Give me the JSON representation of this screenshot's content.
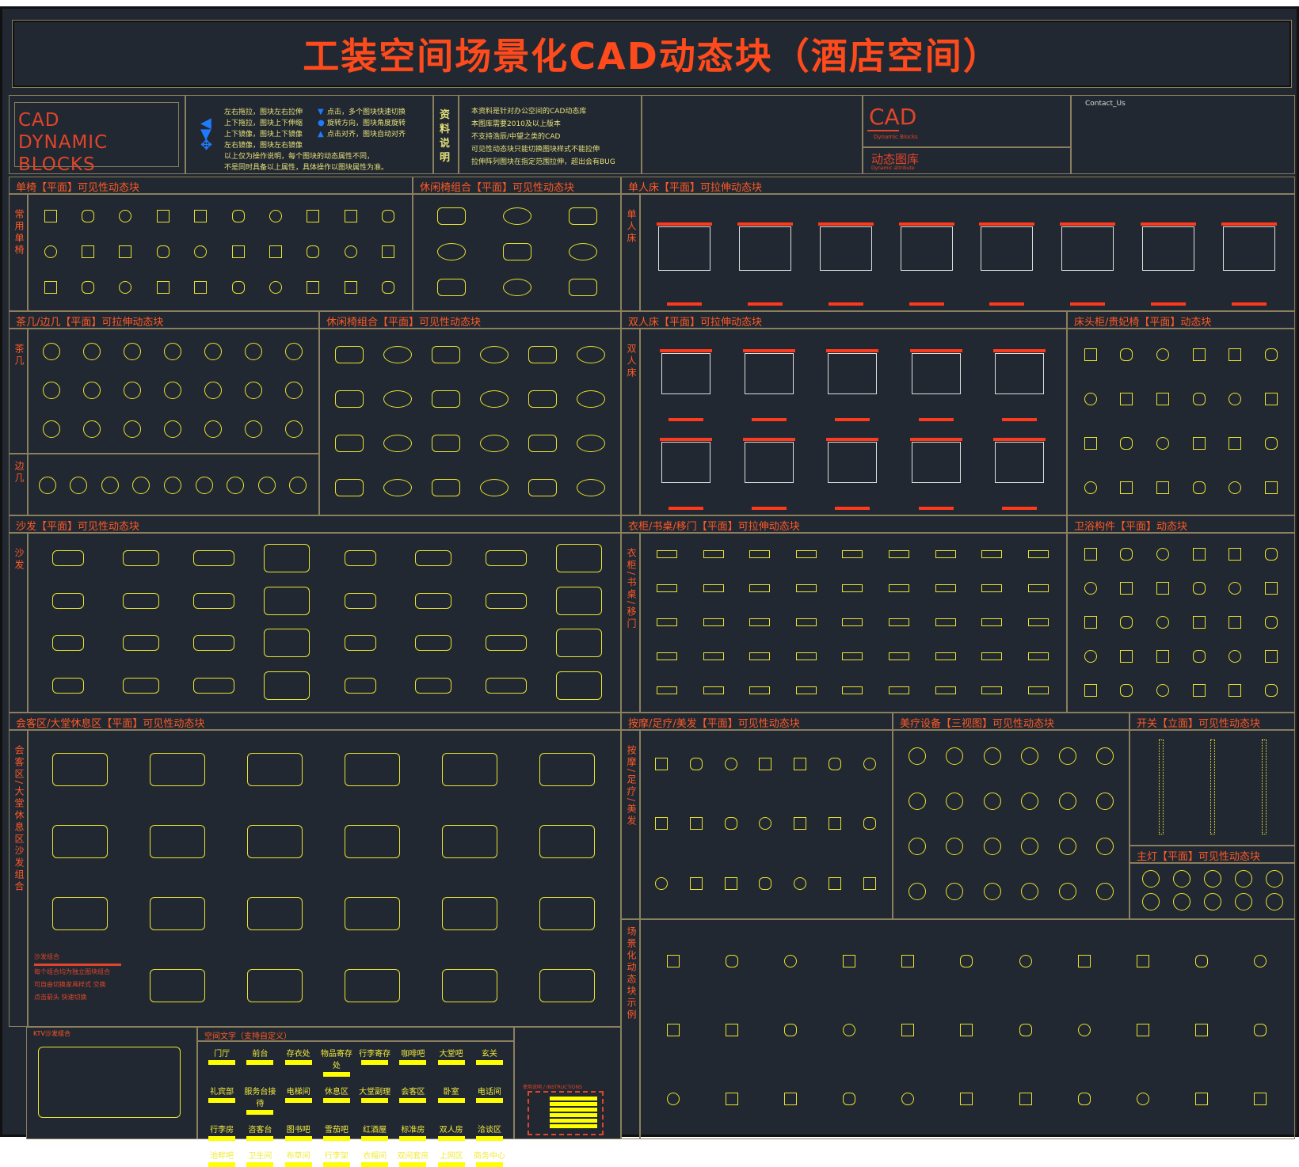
{
  "title": "工装空间场景化CAD动态块（酒店空间）",
  "header": {
    "logo_text": "CAD　　DYNAMIC BLOCKS",
    "instructions": [
      "左右拖拉，图块左右拉伸",
      "上下拖拉，图块上下伸缩",
      "上下镜像，图块上下镜像",
      "左右镜像，图块左右镜像",
      "以上仅为操作说明，每个图块的动态属性不同，",
      "不是同时具备以上属性，具体操作以图块属性为准。"
    ],
    "instructions2": [
      "点击，多个图块快速切换",
      "旋转方向，图块角度旋转",
      "点击对齐，图块自动对齐"
    ],
    "notes_label": "资料说明",
    "notes": [
      "本资料是针对办公空间的CAD动态库",
      "本图库需要2010及以上版本",
      "不支持浩辰/中望之类的CAD",
      "可见性动态块只能切换图块样式不能拉伸",
      "拉伸阵列图块在指定范围拉伸，超出会有BUG"
    ],
    "brand_cad": "CAD",
    "brand_sub": "Dynamic Blocks",
    "brand_cn": "动态图库",
    "brand_cn_sub": "Dynamic attribute",
    "contact": "Contact_Us"
  },
  "sections": {
    "single_chair": "单椅【平面】可见性动态块",
    "leisure_chair_1": "休闲椅组合【平面】可见性动态块",
    "single_bed": "单人床【平面】可拉伸动态块",
    "tea_table": "茶几/边几【平面】可拉伸动态块",
    "leisure_chair_2": "休闲椅组合【平面】可见性动态块",
    "double_bed": "双人床【平面】可拉伸动态块",
    "nightstand": "床头柜/贵妃椅【平面】动态块",
    "sofa": "沙发【平面】可见性动态块",
    "wardrobe": "衣柜/书桌/移门【平面】可拉伸动态块",
    "bathroom": "卫浴构件【平面】动态块",
    "lounge": "会客区/大堂休息区【平面】可见性动态块",
    "massage": "按摩/足疗/美发【平面】可见性动态块",
    "beauty": "美疗设备【三视图】可见性动态块",
    "switch": "开关【立面】可见性动态块",
    "main_light": "主灯【平面】可见性动态块",
    "space_text": "空间文字（支持自定义）"
  },
  "side_labels": {
    "chair": "常用单椅",
    "single_bed": "单人床",
    "tea": "茶几",
    "side": "边几",
    "double_bed": "双人床",
    "sofa": "沙发",
    "wardrobe": "衣柜/书桌/移门",
    "massage": "按摩/足疗/美发",
    "lounge": "会客区/大堂休息区沙发组合",
    "scene": "场景化动态块示例"
  },
  "sofa_combo": {
    "title": "沙发组合",
    "lines": [
      "每个组合均为独立图块组合",
      "可自由切换家具样式 交换",
      "点击箭头 快速切换"
    ],
    "ktv": "KTV沙发组合"
  },
  "space_labels": [
    "门厅",
    "前台",
    "存衣处",
    "物品寄存处",
    "行李寄存",
    "咖啡吧",
    "大堂吧",
    "玄关",
    "礼宾部",
    "服务台接待",
    "电梯间",
    "休息区",
    "大堂副理",
    "会客区",
    "卧室",
    "电话间",
    "行李房",
    "咨客台",
    "图书吧",
    "雪茄吧",
    "红酒屋",
    "标准房",
    "双人房",
    "洽谈区",
    "池畔吧",
    "卫生间",
    "布草间",
    "行李架",
    "衣帽间",
    "双间套房",
    "上网区",
    "商务中心"
  ],
  "instructions_box": "使用说明 / INSTRUCTIONS",
  "colors": {
    "bg": "#222831",
    "accent": "#ff4a1c",
    "symbol": "#e8e330",
    "frame": "#8a7f5e"
  }
}
